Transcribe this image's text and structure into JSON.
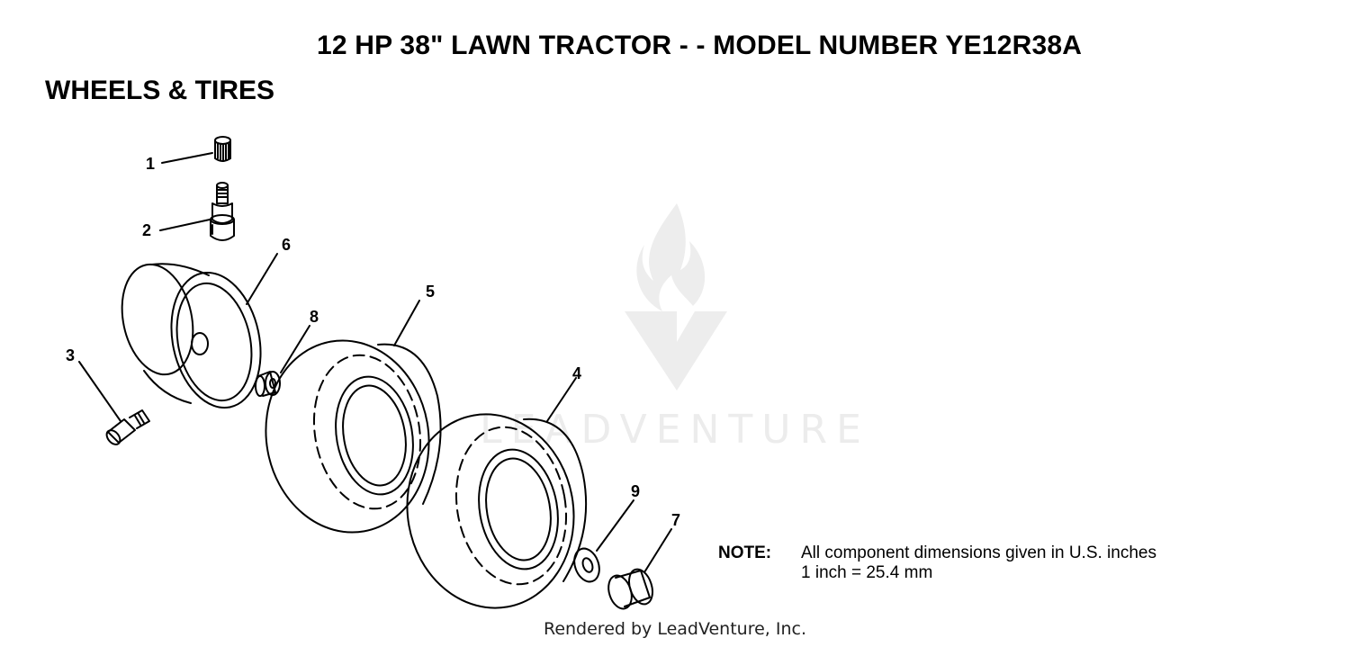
{
  "header": {
    "title": "12 HP 38\" LAWN TRACTOR - - MODEL NUMBER YE12R38A",
    "section": "WHEELS & TIRES"
  },
  "callouts": [
    "1",
    "2",
    "3",
    "4",
    "5",
    "6",
    "7",
    "8",
    "9"
  ],
  "note": {
    "label": "NOTE:",
    "line1": "All component dimensions given in U.S. inches",
    "line2": "1 inch = 25.4 mm"
  },
  "watermark": {
    "text": "LEADVENTURE",
    "icon": "flame-v-logo-icon"
  },
  "footer": "Rendered by LeadVenture, Inc.",
  "colors": {
    "ink": "#000000",
    "watermark": "#ececec"
  }
}
